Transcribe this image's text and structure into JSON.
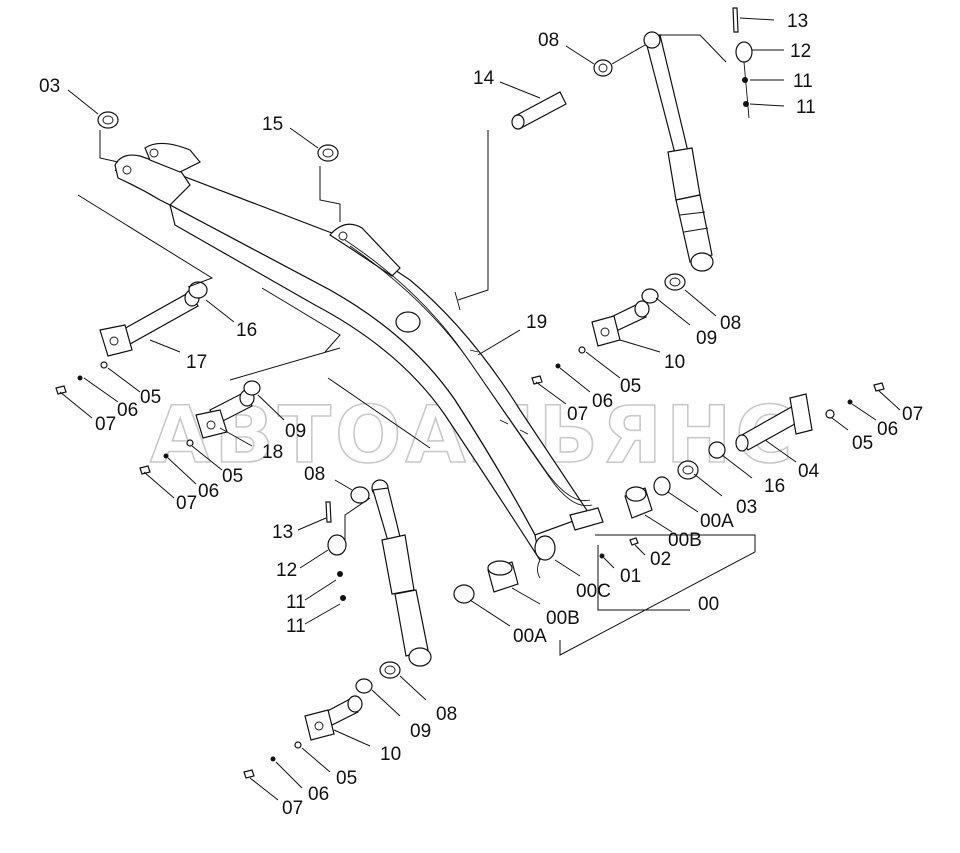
{
  "watermark": "АВТОАЛЬЯНС",
  "labels": [
    {
      "id": "l-03a",
      "text": "03"
    },
    {
      "id": "l-15",
      "text": "15"
    },
    {
      "id": "l-14",
      "text": "14"
    },
    {
      "id": "l-08a",
      "text": "08"
    },
    {
      "id": "l-13a",
      "text": "13"
    },
    {
      "id": "l-12a",
      "text": "12"
    },
    {
      "id": "l-11a",
      "text": "11"
    },
    {
      "id": "l-11b",
      "text": "11"
    },
    {
      "id": "l-16a",
      "text": "16"
    },
    {
      "id": "l-17",
      "text": "17"
    },
    {
      "id": "l-05a",
      "text": "05"
    },
    {
      "id": "l-06a",
      "text": "06"
    },
    {
      "id": "l-07a",
      "text": "07"
    },
    {
      "id": "l-09a",
      "text": "09"
    },
    {
      "id": "l-18",
      "text": "18"
    },
    {
      "id": "l-05b",
      "text": "05"
    },
    {
      "id": "l-06b",
      "text": "06"
    },
    {
      "id": "l-07b",
      "text": "07"
    },
    {
      "id": "l-19",
      "text": "19"
    },
    {
      "id": "l-08b",
      "text": "08"
    },
    {
      "id": "l-09b",
      "text": "09"
    },
    {
      "id": "l-10a",
      "text": "10"
    },
    {
      "id": "l-05c",
      "text": "05"
    },
    {
      "id": "l-06c",
      "text": "06"
    },
    {
      "id": "l-07c",
      "text": "07"
    },
    {
      "id": "l-07d",
      "text": "07"
    },
    {
      "id": "l-06d",
      "text": "06"
    },
    {
      "id": "l-05d",
      "text": "05"
    },
    {
      "id": "l-04",
      "text": "04"
    },
    {
      "id": "l-16b",
      "text": "16"
    },
    {
      "id": "l-03b",
      "text": "03"
    },
    {
      "id": "l-00a1",
      "text": "00A"
    },
    {
      "id": "l-00b1",
      "text": "00B"
    },
    {
      "id": "l-02",
      "text": "02"
    },
    {
      "id": "l-01",
      "text": "01"
    },
    {
      "id": "l-00c",
      "text": "00C"
    },
    {
      "id": "l-00",
      "text": "00"
    },
    {
      "id": "l-00b2",
      "text": "00B"
    },
    {
      "id": "l-00a2",
      "text": "00A"
    },
    {
      "id": "l-08c",
      "text": "08"
    },
    {
      "id": "l-13b",
      "text": "13"
    },
    {
      "id": "l-12b",
      "text": "12"
    },
    {
      "id": "l-11c",
      "text": "11"
    },
    {
      "id": "l-11d",
      "text": "11"
    },
    {
      "id": "l-08d",
      "text": "08"
    },
    {
      "id": "l-09c",
      "text": "09"
    },
    {
      "id": "l-10b",
      "text": "10"
    },
    {
      "id": "l-05e",
      "text": "05"
    },
    {
      "id": "l-06e",
      "text": "06"
    },
    {
      "id": "l-07e",
      "text": "07"
    }
  ]
}
